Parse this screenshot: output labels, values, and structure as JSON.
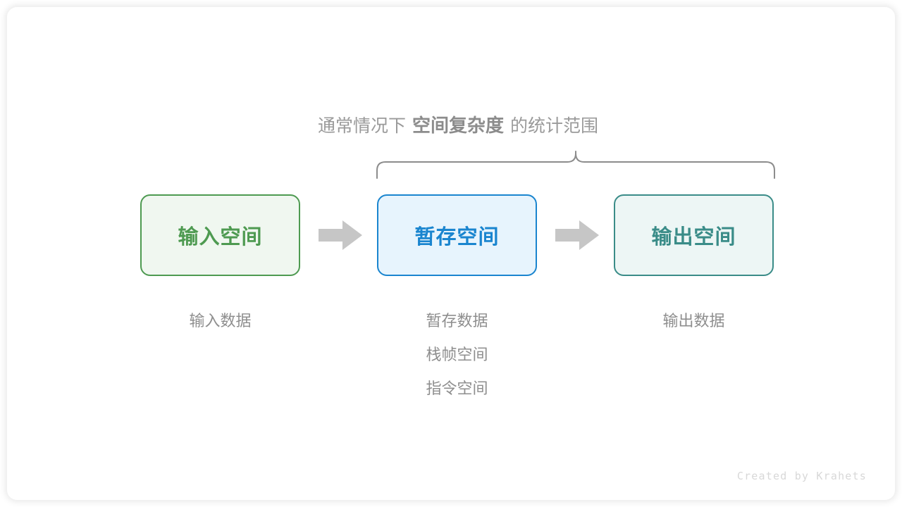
{
  "caption": {
    "prefix": "通常情况下",
    "highlight": "空间复杂度",
    "suffix": "的统计范围"
  },
  "boxes": [
    {
      "title": "输入空间",
      "accent": "#4e9a51",
      "fill": "#f0f7f0"
    },
    {
      "title": "暂存空间",
      "accent": "#1a85cf",
      "fill": "#e7f4fd"
    },
    {
      "title": "输出空间",
      "accent": "#3a8c88",
      "fill": "#edf6f5"
    }
  ],
  "labels": {
    "input": [
      "输入数据"
    ],
    "temp": [
      "暂存数据",
      "栈帧空间",
      "指令空间"
    ],
    "output": [
      "输出数据"
    ]
  },
  "arrows": [
    {
      "name": "arrow-input-to-temp",
      "color": "#c6c6c6"
    },
    {
      "name": "arrow-temp-to-output",
      "color": "#c6c6c6"
    }
  ],
  "brace": {
    "color": "#8c8c8c",
    "covers": [
      "暂存空间",
      "输出空间"
    ]
  },
  "footer": {
    "credit": "Created by Krahets"
  }
}
